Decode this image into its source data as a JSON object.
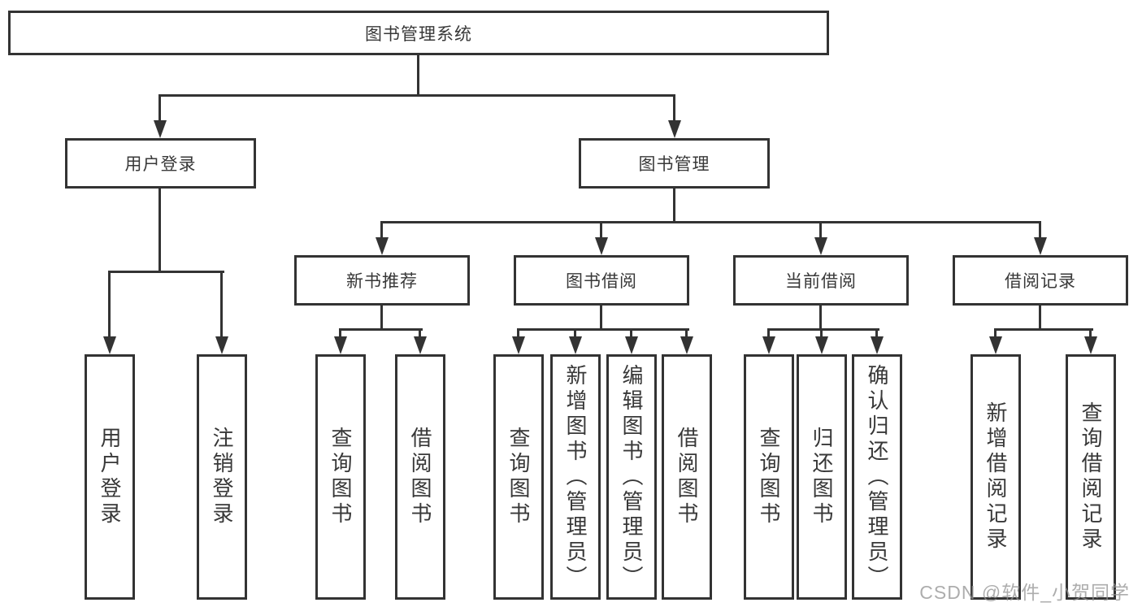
{
  "diagram": {
    "type": "tree",
    "colors": {
      "line": "#333333",
      "text": "#383838",
      "background": "#ffffff",
      "watermark": "#919191"
    },
    "watermark": "CSDN @软件_小贺同学",
    "root": {
      "label": "图书管理系统"
    },
    "level2": [
      {
        "label": "用户登录",
        "parent": "图书管理系统"
      },
      {
        "label": "图书管理",
        "parent": "图书管理系统"
      }
    ],
    "level3": [
      {
        "label": "新书推荐",
        "parent": "图书管理"
      },
      {
        "label": "图书借阅",
        "parent": "图书管理"
      },
      {
        "label": "当前借阅",
        "parent": "图书管理"
      },
      {
        "label": "借阅记录",
        "parent": "图书管理"
      }
    ],
    "leaves": [
      {
        "label": "用户登录",
        "parent": "用户登录"
      },
      {
        "label": "注销登录",
        "parent": "用户登录"
      },
      {
        "label": "查询图书",
        "parent": "新书推荐"
      },
      {
        "label": "借阅图书",
        "parent": "新书推荐"
      },
      {
        "label": "查询图书",
        "parent": "图书借阅"
      },
      {
        "label": "新增图书（管理员）",
        "parent": "图书借阅"
      },
      {
        "label": "编辑图书（管理员）",
        "parent": "图书借阅"
      },
      {
        "label": "借阅图书",
        "parent": "图书借阅"
      },
      {
        "label": "查询图书",
        "parent": "当前借阅"
      },
      {
        "label": "归还图书",
        "parent": "当前借阅"
      },
      {
        "label": "确认归还（管理员）",
        "parent": "当前借阅"
      },
      {
        "label": "新增借阅记录",
        "parent": "借阅记录"
      },
      {
        "label": "查询借阅记录",
        "parent": "借阅记录"
      }
    ]
  }
}
